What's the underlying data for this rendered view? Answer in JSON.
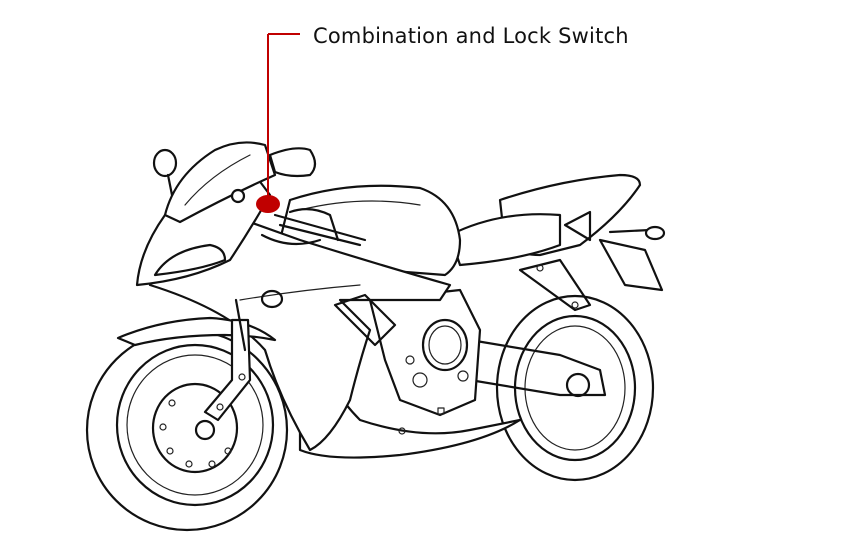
{
  "diagram": {
    "subject": "Sport motorcycle line drawing",
    "callouts": [
      {
        "label": "Combination and Lock Switch",
        "color": "#C00000",
        "target": "ignition switch near handlebar"
      }
    ]
  }
}
